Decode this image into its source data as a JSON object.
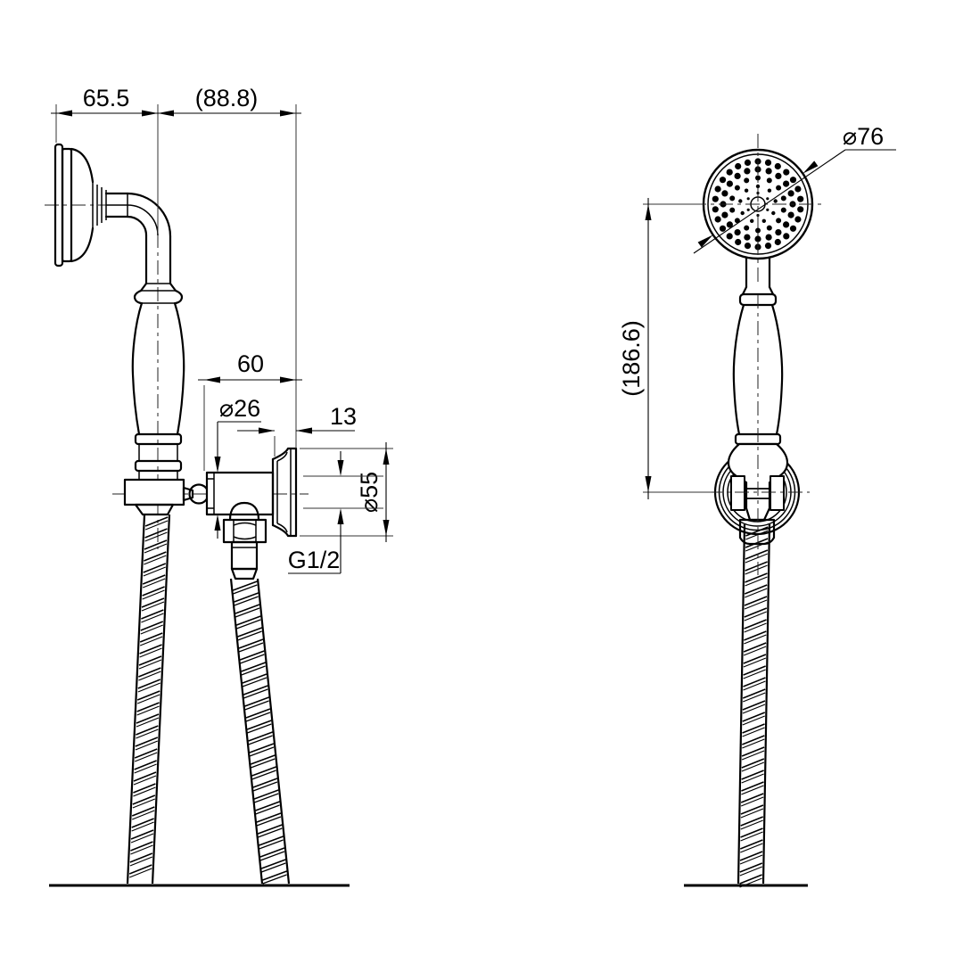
{
  "drawing": {
    "kind": "hand-shower wall-mount technical drawing, two orthographic views",
    "colors": {
      "line": "#000000",
      "background": "#ffffff"
    },
    "side_view": {
      "face_to_axis": "65.5",
      "axis_to_wall": "(88.8)",
      "outlet_projection": "60",
      "outlet_diameter": "⌀26",
      "escutcheon_depth": "13",
      "escutcheon_diameter": "⌀55",
      "thread_size": "G1/2"
    },
    "front_view": {
      "head_diameter": "⌀76",
      "head_to_holder_height": "(186.6)"
    }
  }
}
